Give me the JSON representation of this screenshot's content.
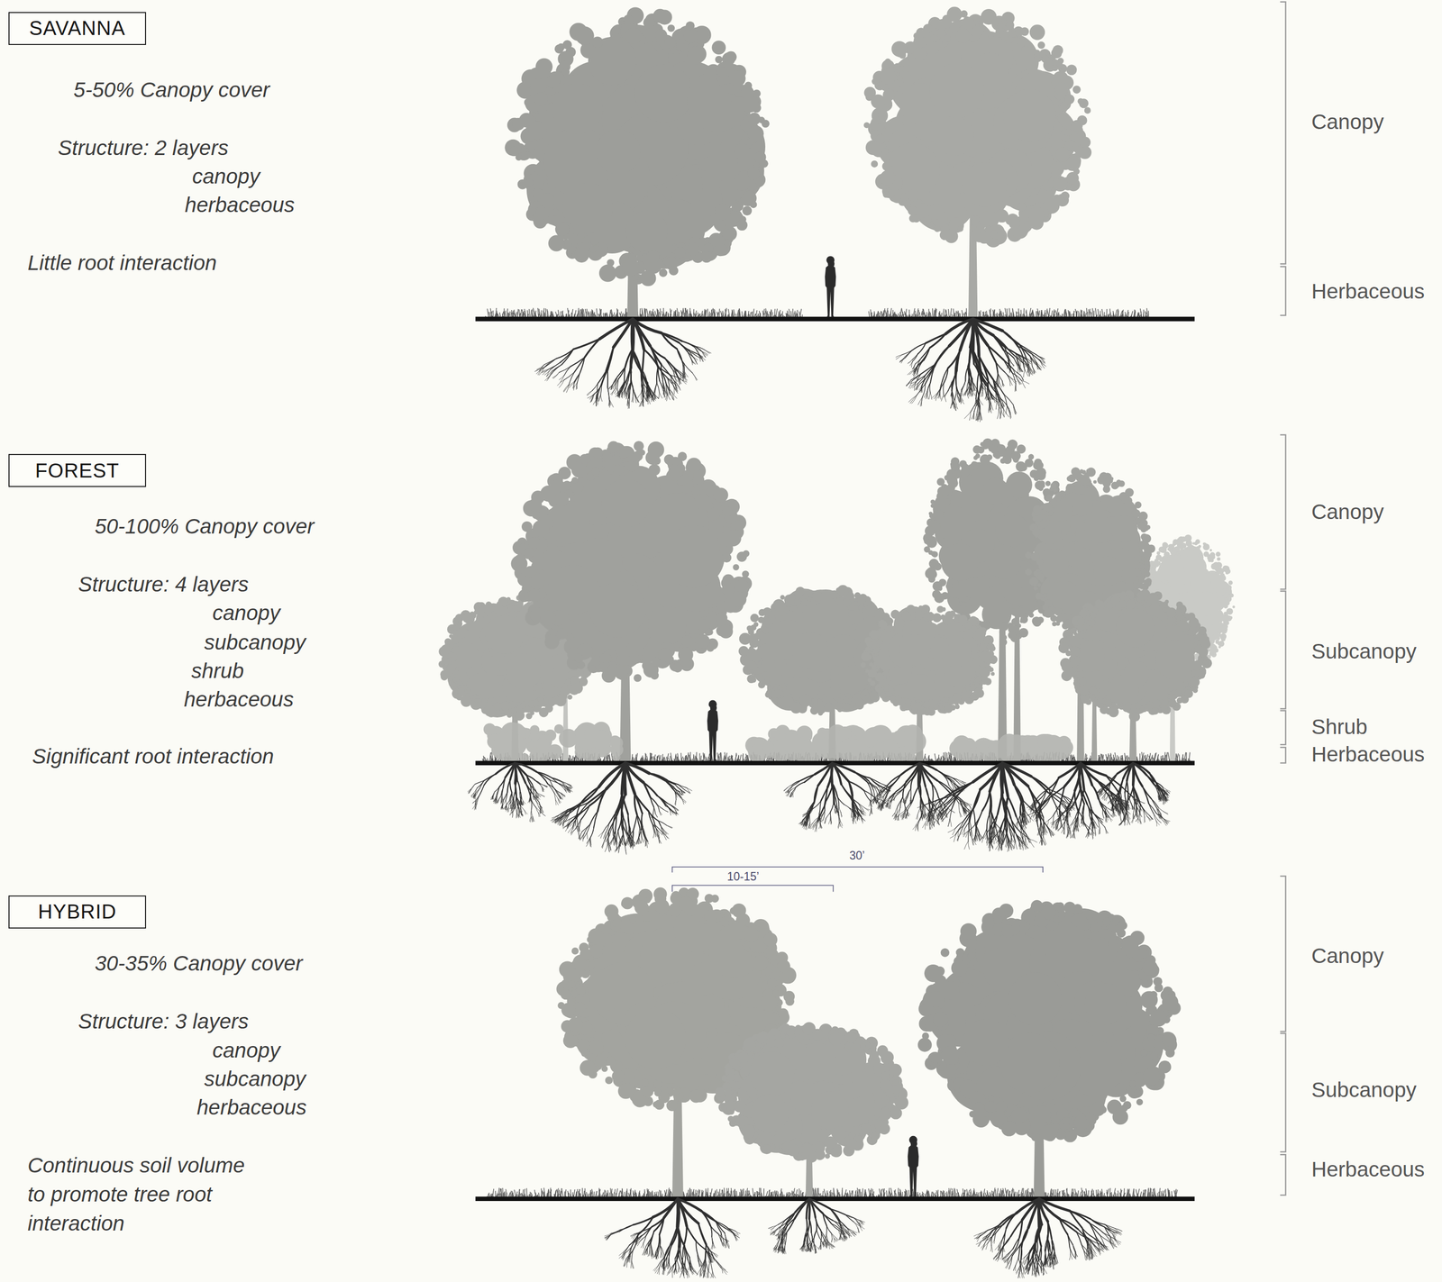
{
  "diagram": {
    "nodes": [
      {
        "text": [
          "SAVANNA"
        ]
      },
      {
        "text": [
          "FOREST"
        ]
      },
      {
        "text": [
          "HYBRID"
        ]
      }
    ],
    "labels": [
      "5-50% Canopy cover",
      "Structure: 2 layers",
      "canopy",
      "herbaceous",
      "Little root interaction",
      "Canopy",
      "Herbaceous",
      "50-100% Canopy cover",
      "Structure: 4 layers",
      "canopy",
      "subcanopy",
      "shrub",
      "herbaceous",
      "Significant root interaction",
      "Canopy",
      "Subcanopy",
      "Shrub",
      "Herbaceous",
      "30’",
      "10-15’",
      "30-35% Canopy cover",
      "Structure: 3 layers",
      "canopy",
      "subcanopy",
      "herbaceous",
      "Continuous soil volume to promote tree root interaction",
      "Canopy",
      "Subcanopy",
      "Herbaceous"
    ]
  }
}
